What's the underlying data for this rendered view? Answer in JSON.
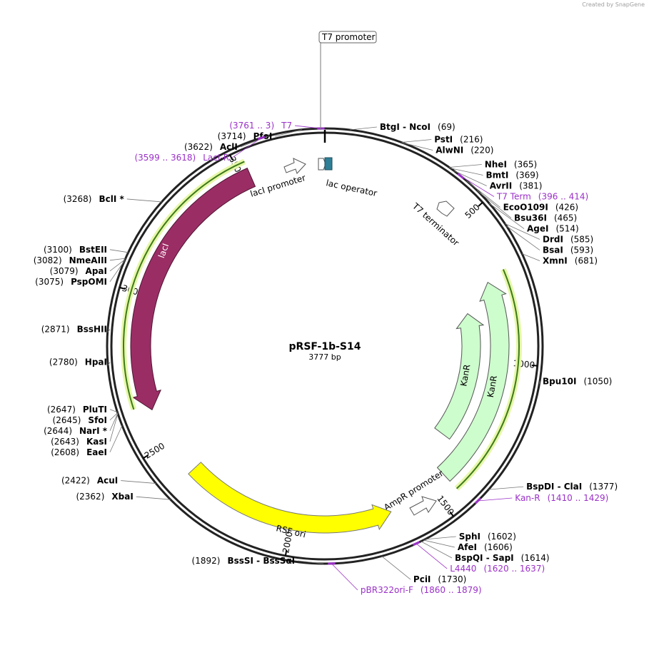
{
  "credit": "Created by SnapGene",
  "plasmid": {
    "name": "pRSF-1b-S14",
    "length_label": "3777 bp",
    "length": 3777
  },
  "colors": {
    "lacI": "#9b2d65",
    "kanr": "#cdfccd",
    "rsf_ori": "#ffff00",
    "lac_operator": "#2f7f96",
    "primer": "#9b30c8",
    "yellow_glow": "#dff5a0"
  },
  "ticks": [
    {
      "label": "500",
      "pos": 500
    },
    {
      "label": "1000",
      "pos": 1000
    },
    {
      "label": "1500",
      "pos": 1500
    },
    {
      "label": "2000",
      "pos": 2000
    },
    {
      "label": "2500",
      "pos": 2500
    },
    {
      "label": "3000",
      "pos": 3000
    },
    {
      "label": "3500",
      "pos": 3500
    }
  ],
  "enzymes": [
    {
      "pos": 69,
      "name": "BtgI  -  NcoI",
      "num": "(69)",
      "side": "R"
    },
    {
      "pos": 216,
      "name": "PstI",
      "num": "(216)",
      "side": "R"
    },
    {
      "pos": 220,
      "name": "AlwNI",
      "num": "(220)",
      "side": "R"
    },
    {
      "pos": 365,
      "name": "NheI",
      "num": "(365)",
      "side": "R"
    },
    {
      "pos": 369,
      "name": "BmtI",
      "num": "(369)",
      "side": "R"
    },
    {
      "pos": 381,
      "name": "AvrII",
      "num": "(381)",
      "side": "R"
    },
    {
      "pos": 426,
      "name": "EcoO109I",
      "num": "(426)",
      "side": "R"
    },
    {
      "pos": 465,
      "name": "Bsu36I",
      "num": "(465)",
      "side": "R"
    },
    {
      "pos": 514,
      "name": "AgeI",
      "num": "(514)",
      "side": "R"
    },
    {
      "pos": 585,
      "name": "DrdI",
      "num": "(585)",
      "side": "R"
    },
    {
      "pos": 593,
      "name": "BsaI",
      "num": "(593)",
      "side": "R"
    },
    {
      "pos": 681,
      "name": "XmnI",
      "num": "(681)",
      "side": "R"
    },
    {
      "pos": 1050,
      "name": "Bpu10I",
      "num": "(1050)",
      "side": "R"
    },
    {
      "pos": 1377,
      "name": "BspDI  -  ClaI",
      "num": "(1377)",
      "side": "R"
    },
    {
      "pos": 1602,
      "name": "SphI",
      "num": "(1602)",
      "side": "R"
    },
    {
      "pos": 1606,
      "name": "AfeI",
      "num": "(1606)",
      "side": "R"
    },
    {
      "pos": 1614,
      "name": "BspQI  -  SapI",
      "num": "(1614)",
      "side": "R"
    },
    {
      "pos": 1730,
      "name": "PciI",
      "num": "(1730)",
      "side": "R"
    },
    {
      "pos": 1892,
      "name": "BssSI  -  BssSαI",
      "num": "(1892)",
      "side": "L"
    },
    {
      "pos": 2362,
      "name": "XbaI",
      "num": "(2362)",
      "side": "L"
    },
    {
      "pos": 2422,
      "name": "AcuI",
      "num": "(2422)",
      "side": "L"
    },
    {
      "pos": 2608,
      "name": "EaeI",
      "num": "(2608)",
      "side": "L"
    },
    {
      "pos": 2643,
      "name": "KasI",
      "num": "(2643)",
      "side": "L"
    },
    {
      "pos": 2644,
      "name": "NarI *",
      "num": "(2644)",
      "side": "L"
    },
    {
      "pos": 2645,
      "name": "SfoI",
      "num": "(2645)",
      "side": "L"
    },
    {
      "pos": 2647,
      "name": "PluTI",
      "num": "(2647)",
      "side": "L"
    },
    {
      "pos": 2780,
      "name": "HpaI",
      "num": "(2780)",
      "side": "L"
    },
    {
      "pos": 2871,
      "name": "BssHII",
      "num": "(2871)",
      "side": "L"
    },
    {
      "pos": 3075,
      "name": "PspOMI",
      "num": "(3075)",
      "side": "L"
    },
    {
      "pos": 3079,
      "name": "ApaI",
      "num": "(3079)",
      "side": "L"
    },
    {
      "pos": 3082,
      "name": "NmeAIII",
      "num": "(3082)",
      "side": "L"
    },
    {
      "pos": 3100,
      "name": "BstEII",
      "num": "(3100)",
      "side": "L"
    },
    {
      "pos": 3268,
      "name": "BclI *",
      "num": "(3268)",
      "side": "L"
    },
    {
      "pos": 3599,
      "name": "LacI-R",
      "num": "(3599 .. 3618)",
      "side": "L",
      "primer": true
    },
    {
      "pos": 3622,
      "name": "AclI",
      "num": "(3622)",
      "side": "L"
    },
    {
      "pos": 3714,
      "name": "PfoI",
      "num": "(3714)",
      "side": "L"
    },
    {
      "pos": 3766,
      "name": "T7",
      "num": "(3761 .. 3)",
      "side": "L",
      "primer": true
    },
    {
      "pos": 405,
      "name": "T7 Term",
      "num": "(396 .. 414)",
      "side": "R",
      "primer": true
    },
    {
      "pos": 1420,
      "name": "Kan-R",
      "num": "(1410 .. 1429)",
      "side": "R",
      "primer": true
    },
    {
      "pos": 1628,
      "name": "L4440",
      "num": "(1620 .. 1637)",
      "side": "R",
      "primer": true
    },
    {
      "pos": 1870,
      "name": "pBR322ori-F",
      "num": "(1860 .. 1879)",
      "side": "R",
      "primer": true
    }
  ],
  "features": {
    "t7_promoter": "T7 promoter",
    "lac_operator": "lac operator",
    "laci_promoter": "lacI promoter",
    "t7_terminator": "T7 terminator",
    "laci": "lacI",
    "kanr_inner": "KanR",
    "kanr_outer": "KanR",
    "ampr_promoter": "AmpR promoter",
    "rsf_ori": "RSF ori"
  }
}
